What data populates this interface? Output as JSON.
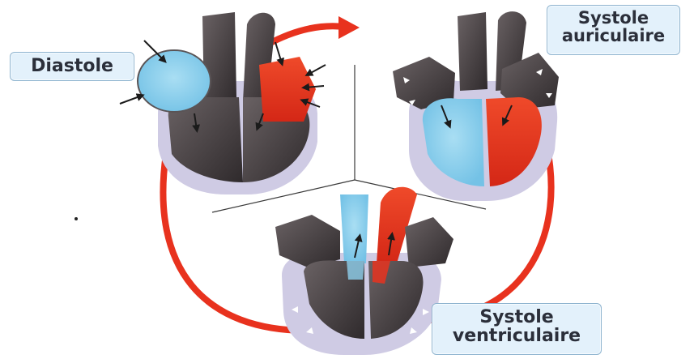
{
  "labels": {
    "diastole": "Diastole",
    "systole_auriculaire": [
      "Systole",
      "auriculaire"
    ],
    "systole_ventriculaire": [
      "Systole",
      "ventriculaire"
    ]
  },
  "colors": {
    "deoxygenated": "#8fd0ec",
    "oxygenated": "#e8321e",
    "heart_wall": "#4a4446",
    "pericardium": "#cfcbe4",
    "cycle_arrow": "#e8321e",
    "label_bg": "#e3f1fb"
  },
  "icons": [
    "heart-diastole",
    "heart-atrial-systole",
    "heart-ventricular-systole",
    "cycle-arrow",
    "flow-arrows"
  ]
}
